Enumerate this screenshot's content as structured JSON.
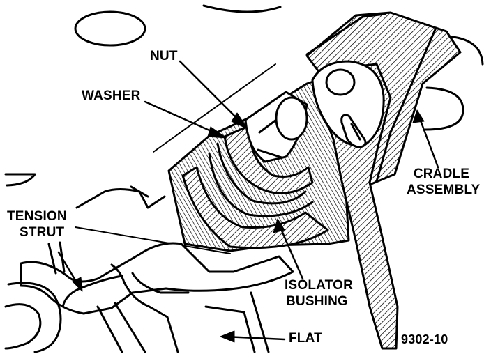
{
  "labels": {
    "nut": "NUT",
    "washer": "WASHER",
    "cradle_line1": "CRADLE",
    "cradle_line2": "ASSEMBLY",
    "tension_line1": "TENSION",
    "tension_line2": "STRUT",
    "isolator_line1": "ISOLATOR",
    "isolator_line2": "BUSHING",
    "flat": "FLAT",
    "figure_number": "9302-10"
  },
  "colors": {
    "ink": "#000000",
    "paper": "#ffffff"
  }
}
